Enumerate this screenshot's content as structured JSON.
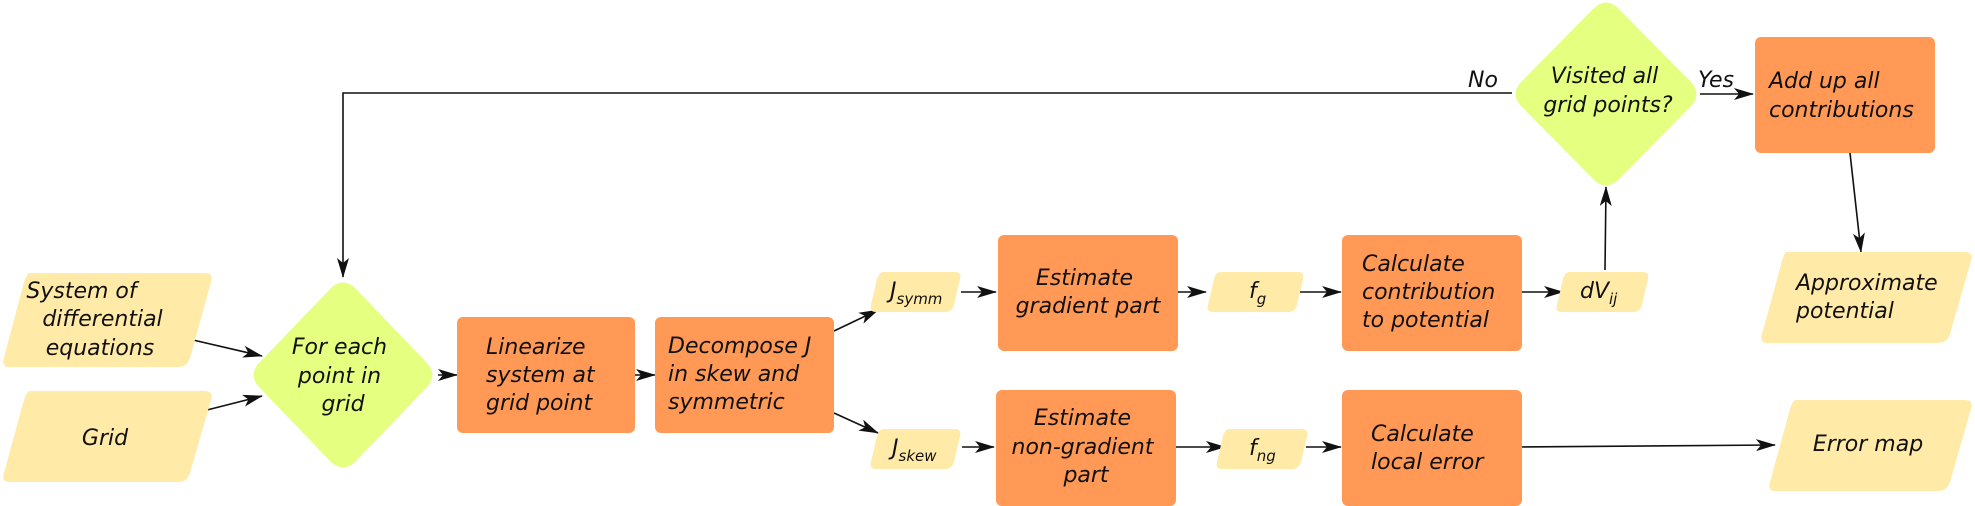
{
  "nodes": {
    "system_of_equations": [
      "System of",
      "differential",
      "equations"
    ],
    "grid": [
      "Grid"
    ],
    "for_each_point": [
      "For each",
      "point in",
      "grid"
    ],
    "linearize": [
      "Linearize",
      "system at",
      "grid point"
    ],
    "decompose": [
      "Decompose J",
      "in skew and",
      "symmetric"
    ],
    "j_symm": {
      "base": "J",
      "sub": "symm"
    },
    "j_skew": {
      "base": "J",
      "sub": "skew"
    },
    "estimate_gradient": [
      "Estimate",
      "gradient part"
    ],
    "estimate_nongradient": [
      "Estimate",
      "non-gradient",
      "part"
    ],
    "f_g": {
      "base": "f",
      "sub": "g"
    },
    "f_ng": {
      "base": "f",
      "sub": "ng"
    },
    "calc_contribution": [
      "Calculate",
      "contribution",
      "to potential"
    ],
    "calc_local_error": [
      "Calculate",
      "local error"
    ],
    "dv_ij": {
      "base": "dV",
      "sub": "ij"
    },
    "visited_all": [
      "Visited all",
      "grid points?"
    ],
    "add_up": [
      "Add up all",
      "contributions"
    ],
    "approx_potential": [
      "Approximate",
      "potential"
    ],
    "error_map": [
      "Error map"
    ]
  },
  "edge_labels": {
    "no": "No",
    "yes": "Yes"
  },
  "colors": {
    "process": "#FF9955",
    "io": "#FFEAA8",
    "decision": "#E5FF80",
    "line": "#111111"
  }
}
